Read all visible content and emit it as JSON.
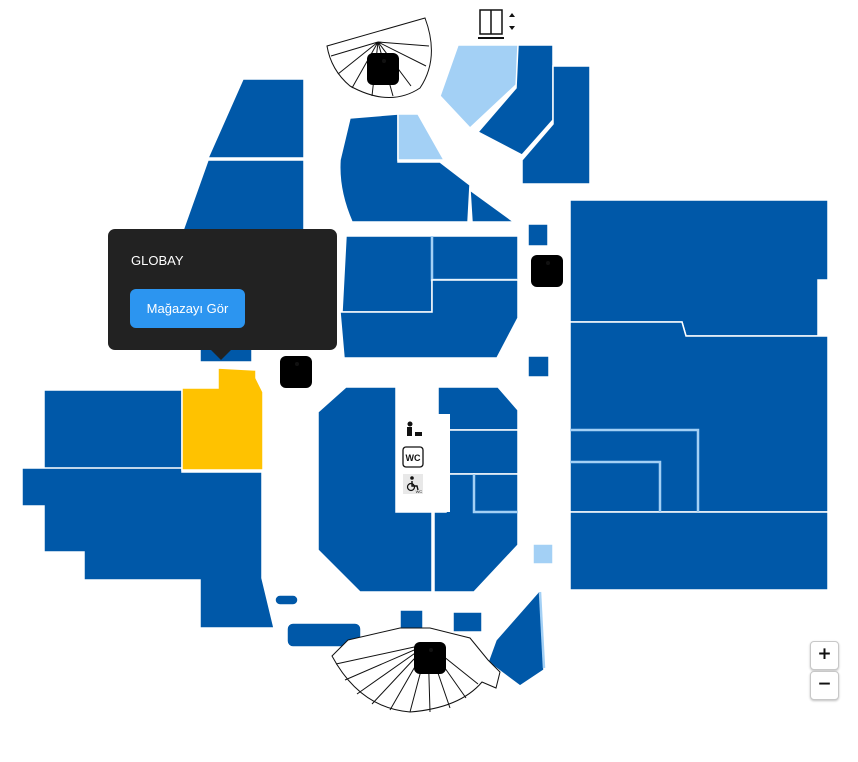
{
  "map": {
    "colors": {
      "store": "#0058a8",
      "store_light": "#a3d0f5",
      "selected": "#ffc200",
      "corridor": "#ffffff"
    },
    "icons": [
      "escalator-icon",
      "elevator-icon",
      "baby-care-icon",
      "wc-icon",
      "accessible-wc-icon"
    ],
    "wc_label": "WC",
    "accessible_wc_label": "WC"
  },
  "popup": {
    "store_name": "GLOBAY",
    "button_label": "Mağazayı Gör"
  },
  "zoom": {
    "in_label": "+",
    "out_label": "−"
  }
}
